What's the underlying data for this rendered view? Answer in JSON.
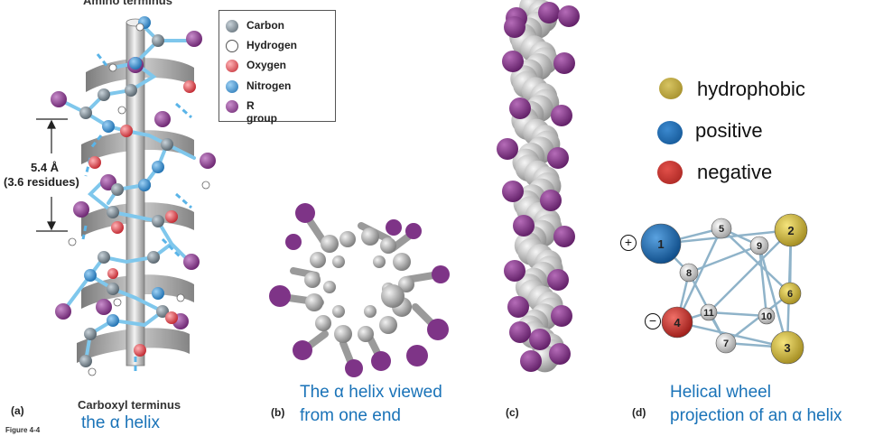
{
  "panel_a": {
    "top_label": "Amino terminus",
    "bottom_label": "Carboxyl terminus",
    "pitch_label": "5.4 Å",
    "residues_label": "(3.6 residues)",
    "letter": "(a)",
    "figure_label": "Figure 4-4",
    "caption": "the α helix"
  },
  "legend": {
    "items": [
      {
        "label": "Carbon",
        "color": "#7a8a94"
      },
      {
        "label": "Hydrogen",
        "color": "#ffffff"
      },
      {
        "label": "Oxygen",
        "color": "#e0444c"
      },
      {
        "label": "Nitrogen",
        "color": "#2a8fd6"
      },
      {
        "label": "R group",
        "color": "#8b3b8f"
      }
    ]
  },
  "panel_b": {
    "letter": "(b)",
    "caption_line1": "The α helix viewed",
    "caption_line2": "from one end"
  },
  "panel_c": {
    "letter": "(c)"
  },
  "panel_d": {
    "letter": "(d)",
    "caption_line1": "Helical wheel",
    "caption_line2": "projection of an α helix",
    "legend": [
      {
        "label": "hydrophobic",
        "color": "#b9a032"
      },
      {
        "label": "positive",
        "color": "#1763a8"
      },
      {
        "label": "negative",
        "color": "#c9302c"
      }
    ],
    "plus_sign": "+",
    "minus_sign": "−",
    "residues": [
      {
        "n": "1",
        "kind": "positive"
      },
      {
        "n": "2",
        "kind": "hydrophobic"
      },
      {
        "n": "3",
        "kind": "hydrophobic"
      },
      {
        "n": "4",
        "kind": "negative"
      },
      {
        "n": "5",
        "kind": "neutral"
      },
      {
        "n": "6",
        "kind": "hydrophobic"
      },
      {
        "n": "7",
        "kind": "neutral"
      },
      {
        "n": "8",
        "kind": "neutral"
      },
      {
        "n": "9",
        "kind": "neutral"
      },
      {
        "n": "10",
        "kind": "neutral"
      },
      {
        "n": "11",
        "kind": "neutral"
      }
    ]
  }
}
